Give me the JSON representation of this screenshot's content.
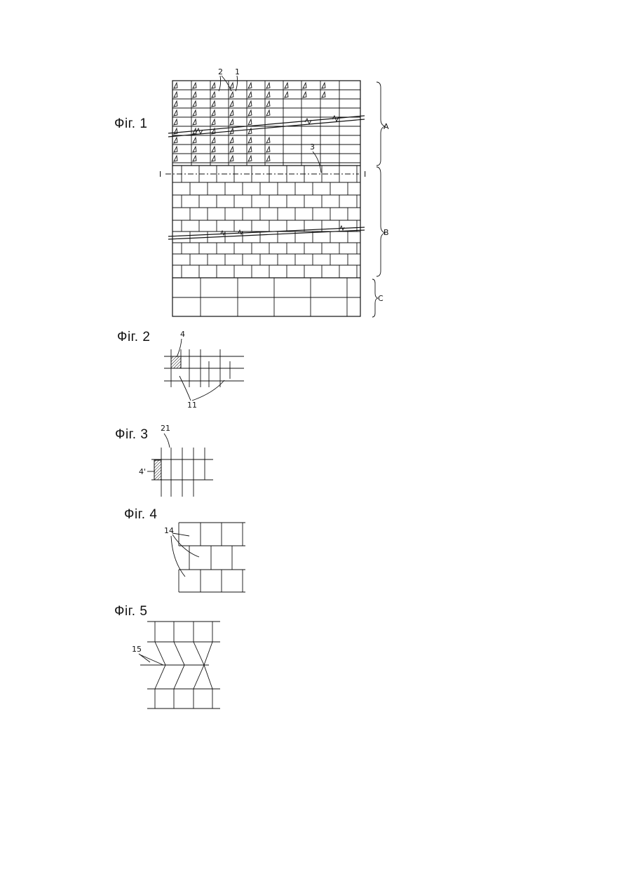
{
  "figures": [
    {
      "id": "fig1",
      "label": "Фіг. 1"
    },
    {
      "id": "fig2",
      "label": "Фіг. 2"
    },
    {
      "id": "fig3",
      "label": "Фіг. 3"
    },
    {
      "id": "fig4",
      "label": "Фіг. 4"
    },
    {
      "id": "fig5",
      "label": "Фіг. 5"
    }
  ],
  "fig1": {
    "ref_1": "1",
    "ref_2": "2",
    "ref_3": "3",
    "section_mark": "I",
    "zone_a": "A",
    "zone_b": "B",
    "zone_c": "C"
  },
  "fig2": {
    "ref_4": "4",
    "ref_11": "11"
  },
  "fig3": {
    "ref_21": "21",
    "ref_4p": "4'"
  },
  "fig4": {
    "ref_14": "14"
  },
  "fig5": {
    "ref_15": "15"
  }
}
